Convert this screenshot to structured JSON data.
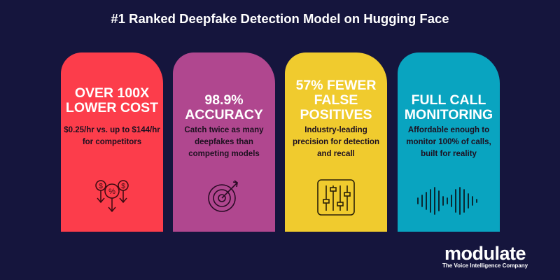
{
  "title": "#1 Ranked Deepfake Detection Model on Hugging Face",
  "cards": [
    {
      "heading": "OVER 100X LOWER COST",
      "body": "$0.25/hr vs. up to $144/hr for competitors",
      "icon": "cost-reduction-icon",
      "color": "#fc3d4b"
    },
    {
      "heading": "98.9% ACCURACY",
      "body": "Catch twice as many deepfakes than competing models",
      "icon": "target-icon",
      "color": "#b0478f"
    },
    {
      "heading": "57% FEWER FALSE POSITIVES",
      "body": "Industry-leading precision for detection and recall",
      "icon": "sliders-icon",
      "color": "#f0cb2e"
    },
    {
      "heading": "FULL CALL MONITORING",
      "body": "Affordable enough to monitor 100% of calls, built for reality",
      "icon": "soundwave-icon",
      "color": "#09a4c0"
    }
  ],
  "logo": {
    "name": "modulate",
    "tagline": "The Voice Intelligence Company"
  }
}
